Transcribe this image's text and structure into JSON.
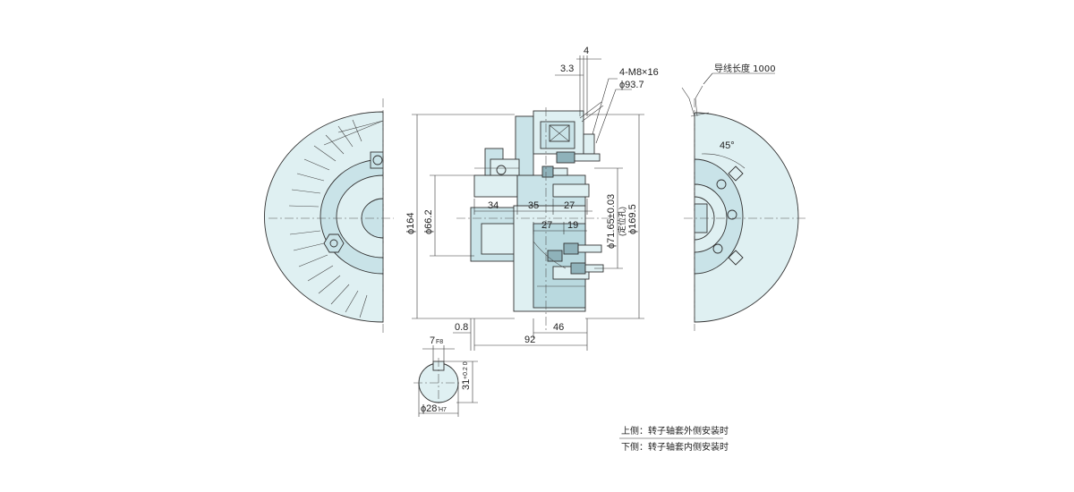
{
  "dimensions": {
    "d4": "4",
    "d3_3": "3.3",
    "screw": "4-M8×16",
    "phi93_7": "ϕ93.7",
    "phi164": "ϕ164",
    "phi66_2": "ϕ66.2",
    "phi71_65": "ϕ71.65±0.03",
    "locating_hole": "(定位孔)",
    "phi169_5": "ϕ169.5",
    "d34": "34",
    "d35": "35",
    "d27_top": "27",
    "d27_mid": "27",
    "d19": "19",
    "d0_8": "0.8",
    "d46": "46",
    "d92": "92",
    "key_width": "7",
    "key_width_tol": "F8",
    "key_depth": "31",
    "key_depth_tol": "+0.2 0",
    "bore": "ϕ28",
    "bore_tol": "H7",
    "angle": "45°",
    "lead_length": "导线长度 1000"
  },
  "notes": {
    "upper": "上侧：转子轴套外侧安装时",
    "lower": "下侧：转子轴套内侧安装时"
  },
  "colors": {
    "body_light": "#dff0f2",
    "body_mid": "#c9e3e8",
    "body_dark": "#8fb2ba"
  }
}
